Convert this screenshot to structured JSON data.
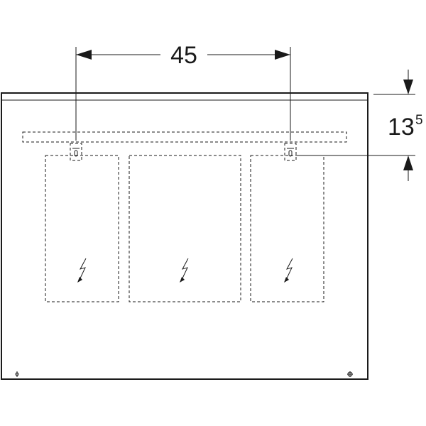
{
  "dimensions": {
    "horizontal": {
      "value": "45"
    },
    "vertical": {
      "value": "13",
      "superscript": "5"
    }
  },
  "icons": {
    "power": "lightning-bolt-icon",
    "screw": "screw-icon"
  },
  "colors": {
    "stroke": "#1a1a1a",
    "background": "#ffffff"
  }
}
